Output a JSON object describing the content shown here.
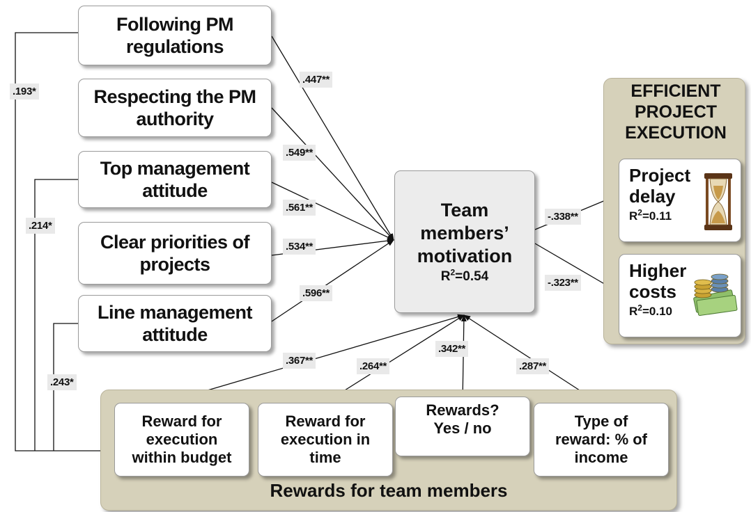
{
  "factors": [
    {
      "label": "Following PM regulations",
      "coef": ".447**"
    },
    {
      "label": "Respecting the PM authority",
      "coef": ".549**"
    },
    {
      "label": "Top management attitude",
      "coef": ".561**"
    },
    {
      "label": "Clear priorities of projects",
      "coef": ".534**"
    },
    {
      "label": "Line management attitude",
      "coef": ".596**"
    }
  ],
  "correlations": [
    ".193*",
    ".214*",
    ".243*"
  ],
  "center": {
    "label": "Team members’ motivation",
    "r2_prefix": "R",
    "r2_sup": "2",
    "r2_value": "=0.54"
  },
  "outcomes": {
    "title": "EFFICIENT PROJECT EXECUTION",
    "items": [
      {
        "label": "Project delay",
        "coef": "-.338**",
        "r2_prefix": "R",
        "r2_sup": "2",
        "r2_value": "=0.11",
        "icon": "hourglass-icon"
      },
      {
        "label": "Higher costs",
        "coef": "-.323**",
        "r2_prefix": "R",
        "r2_sup": "2",
        "r2_value": "=0.10",
        "icon": "money-coins-icon"
      }
    ]
  },
  "rewards": {
    "title": "Rewards for team members",
    "items": [
      {
        "label": "Reward for execution within budget",
        "coef": ".367**"
      },
      {
        "label": "Reward for execution in time",
        "coef": ".264**"
      },
      {
        "label": "Rewards? Yes / no",
        "coef": ".342**"
      },
      {
        "label": "Type of reward: % of income",
        "coef": ".287**"
      }
    ]
  }
}
